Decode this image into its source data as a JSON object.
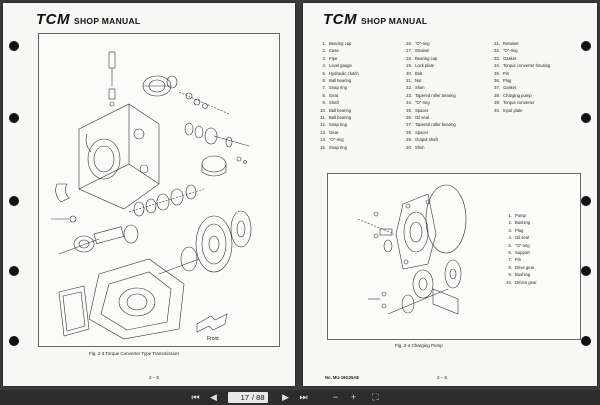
{
  "left_page": {
    "brand_logo": "TCM",
    "brand_sub": "SHOP MANUAL",
    "figure_caption": "Fig. 2-3   Torque Converter Type Transmission",
    "front_label": "Front",
    "page_number": "2 – 5"
  },
  "right_page": {
    "brand_logo": "TCM",
    "brand_sub": "SHOP MANUAL",
    "parts_col1": [
      {
        "n": "1.",
        "name": "Bearing cap"
      },
      {
        "n": "2.",
        "name": "Case"
      },
      {
        "n": "3.",
        "name": "Pipe"
      },
      {
        "n": "4.",
        "name": "Level gauge"
      },
      {
        "n": "5.",
        "name": "Hydraulic clutch"
      },
      {
        "n": "6.",
        "name": "Ball bearing"
      },
      {
        "n": "7.",
        "name": "Snap ring"
      },
      {
        "n": "8.",
        "name": "Gear"
      },
      {
        "n": "9.",
        "name": "Shaft"
      },
      {
        "n": "10.",
        "name": "Ball bearing"
      },
      {
        "n": "11.",
        "name": "Ball bearing"
      },
      {
        "n": "12.",
        "name": "Snap ring"
      },
      {
        "n": "13.",
        "name": "Gear"
      },
      {
        "n": "14.",
        "name": "\"O\"-ring"
      },
      {
        "n": "15.",
        "name": "Snap ring"
      }
    ],
    "parts_col2": [
      {
        "n": "16.",
        "name": "\"O\"-ring"
      },
      {
        "n": "17.",
        "name": "Strainer"
      },
      {
        "n": "18.",
        "name": "Bearing cap"
      },
      {
        "n": "19.",
        "name": "Lock plate"
      },
      {
        "n": "20.",
        "name": "Bolt"
      },
      {
        "n": "21.",
        "name": "Nut"
      },
      {
        "n": "22.",
        "name": "Shim"
      },
      {
        "n": "23.",
        "name": "Tapered roller bearing"
      },
      {
        "n": "24.",
        "name": "\"O\"-ring"
      },
      {
        "n": "25.",
        "name": "Spacer"
      },
      {
        "n": "26.",
        "name": "Oil seal"
      },
      {
        "n": "27.",
        "name": "Tapered roller bearing"
      },
      {
        "n": "28.",
        "name": "Spacer"
      },
      {
        "n": "29.",
        "name": "Output shaft"
      },
      {
        "n": "30.",
        "name": "Shim"
      }
    ],
    "parts_col3": [
      {
        "n": "31.",
        "name": "Retainer"
      },
      {
        "n": "32.",
        "name": "\"O\"-ring"
      },
      {
        "n": "33.",
        "name": "Gasket"
      },
      {
        "n": "34.",
        "name": "Torque converter housing"
      },
      {
        "n": "35.",
        "name": "Pin"
      },
      {
        "n": "36.",
        "name": "Plug"
      },
      {
        "n": "37.",
        "name": "Gasket"
      },
      {
        "n": "38.",
        "name": "Charging pump"
      },
      {
        "n": "39.",
        "name": "Torque converter"
      },
      {
        "n": "40.",
        "name": "Input plate"
      }
    ],
    "pump_parts": [
      {
        "n": "1.",
        "name": "Pump"
      },
      {
        "n": "2.",
        "name": "Bushing"
      },
      {
        "n": "3.",
        "name": "Plug"
      },
      {
        "n": "4.",
        "name": "Oil seal"
      },
      {
        "n": "5.",
        "name": "\"O\"-ring"
      },
      {
        "n": "6.",
        "name": "Support"
      },
      {
        "n": "7.",
        "name": "Pin"
      },
      {
        "n": "8.",
        "name": "Drive gear"
      },
      {
        "n": "9.",
        "name": "Bushing"
      },
      {
        "n": "10.",
        "name": "Driven gear"
      }
    ],
    "figure_caption": "Fig. 2-4   Charging Pump",
    "doc_number": "No. MU-19G25AE",
    "page_number": "2 – 6"
  },
  "toolbar": {
    "current_page": "17",
    "total_pages": "/ 88",
    "icons": [
      "first-page-icon",
      "prev-page-icon",
      "next-page-icon",
      "last-page-icon",
      "zoom-out-icon",
      "zoom-in-icon",
      "fullscreen-icon"
    ]
  }
}
